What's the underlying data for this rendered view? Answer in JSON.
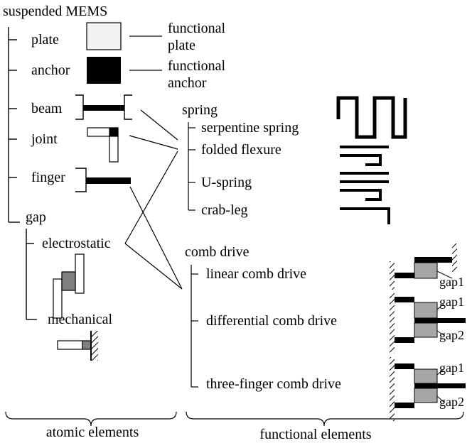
{
  "title": "suspended MEMS",
  "atomic": {
    "plate": "plate",
    "anchor": "anchor",
    "beam": "beam",
    "joint": "joint",
    "finger": "finger",
    "gap": "gap",
    "electrostatic": "electrostatic",
    "mechanical": "mechanical"
  },
  "functional": {
    "plate_line1": "functional",
    "plate_line2": "plate",
    "anchor_line1": "functional",
    "anchor_line2": "anchor",
    "spring": "spring",
    "serpentine": "serpentine spring",
    "folded": "folded flexure",
    "uspring": "U-spring",
    "crableg": "crab-leg",
    "comb": "comb drive",
    "linear": "linear comb drive",
    "differential": "differential comb drive",
    "three": "three-finger comb drive"
  },
  "gaps": {
    "g1": "gap1",
    "g2": "gap1",
    "g3": "gap2",
    "g4": "gap1",
    "g5": "gap2"
  },
  "footer": {
    "atomic": "atomic elements",
    "functional": "functional elements"
  },
  "colors": {
    "ink": "#000000",
    "plate_fill": "#f2f2f2",
    "gap_fill": "#a6a6a6",
    "dark_gap_fill": "#7f7f7f"
  }
}
